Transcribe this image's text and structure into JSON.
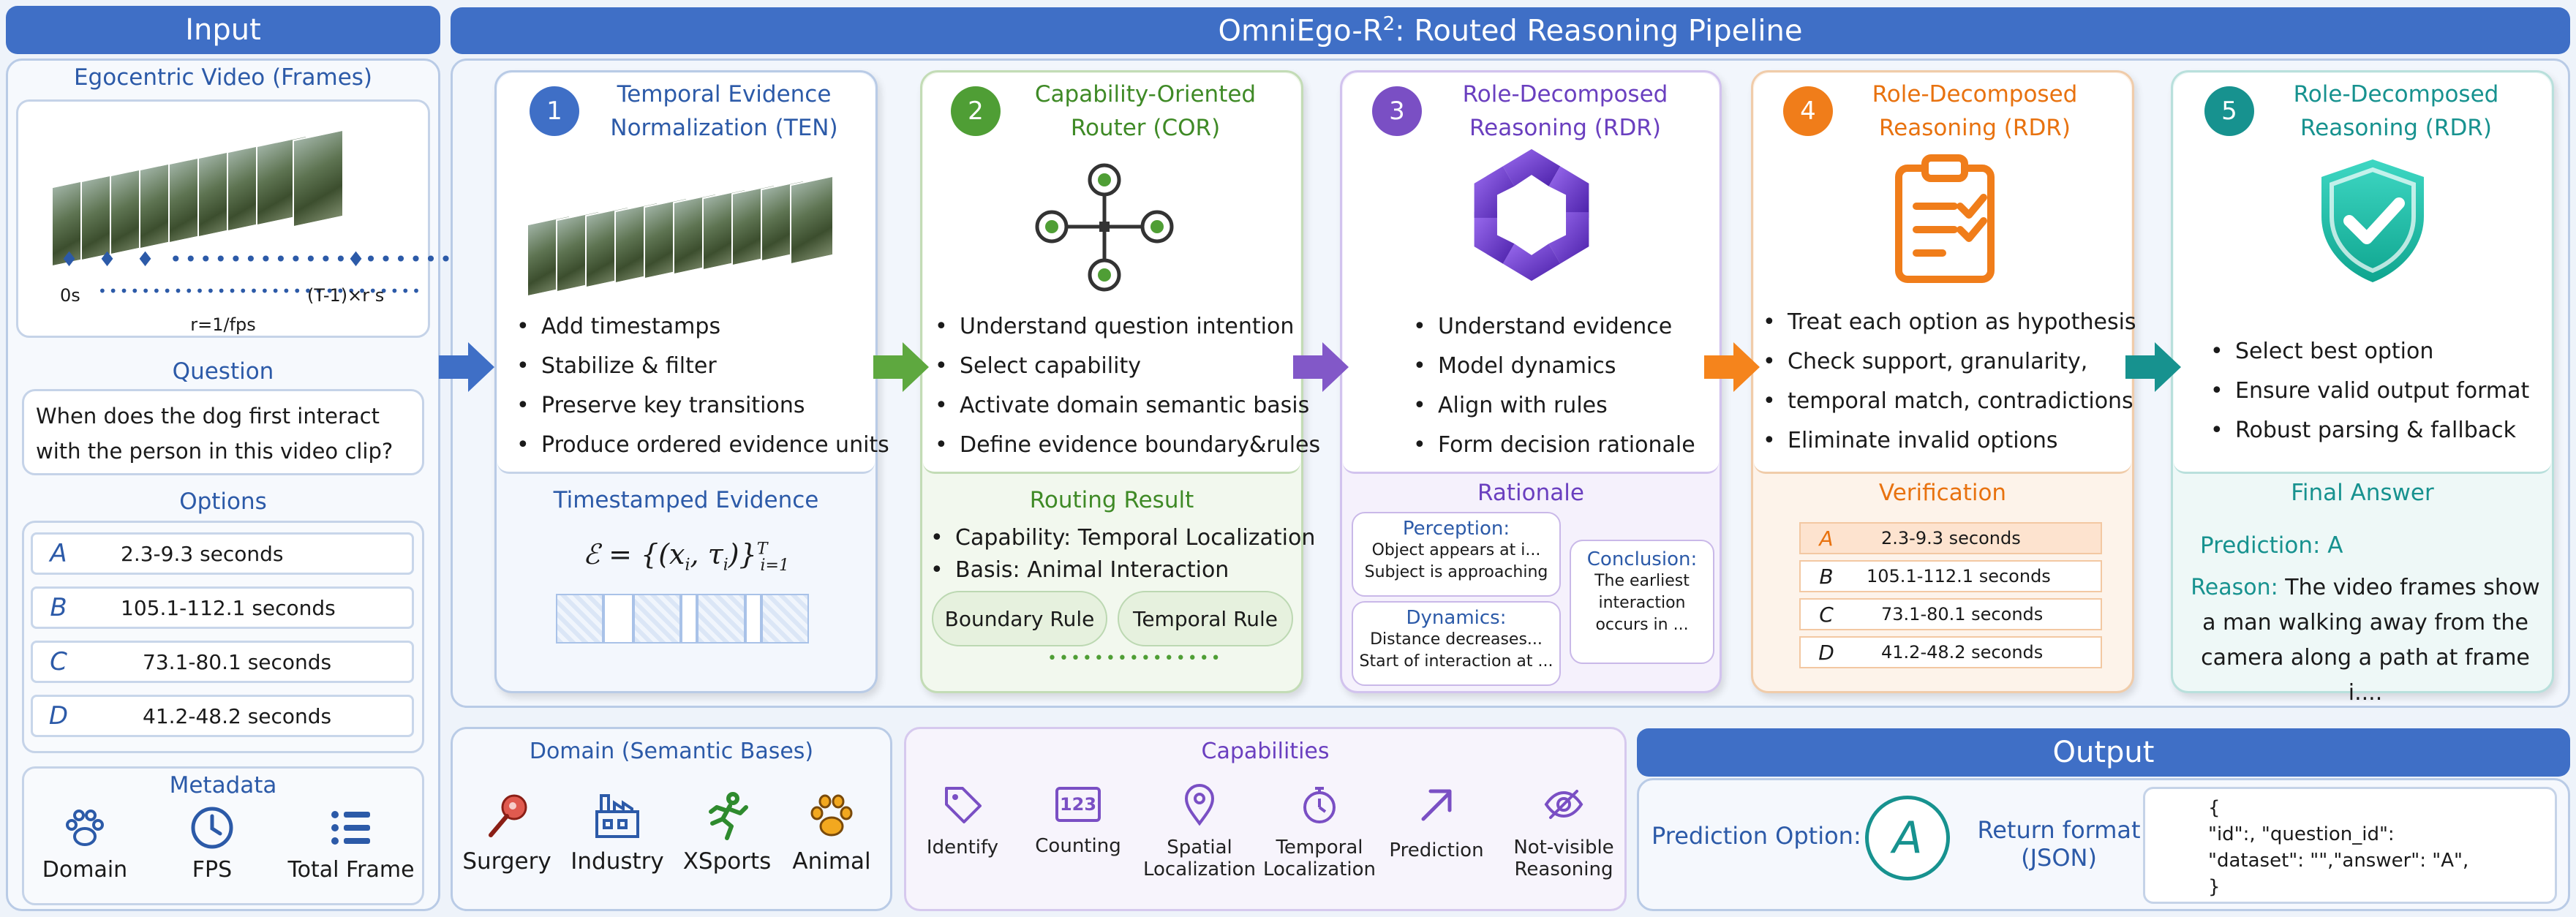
{
  "input": {
    "title": "Input",
    "video_title": "Egocentric Video (Frames)",
    "time_start": "0s",
    "time_end": "(T-1)×r s",
    "rate": "r=1/fps",
    "question_title": "Question",
    "question": "When does the dog first interact with the person in this video clip?",
    "options_title": "Options",
    "options": [
      {
        "letter": "A",
        "text": "2.3-9.3 seconds"
      },
      {
        "letter": "B",
        "text": "105.1-112.1 seconds"
      },
      {
        "letter": "C",
        "text": "73.1-80.1 seconds"
      },
      {
        "letter": "D",
        "text": "41.2-48.2 seconds"
      }
    ],
    "metadata_title": "Metadata",
    "metadata": [
      {
        "label": "Domain",
        "icon": "paw-icon"
      },
      {
        "label": "FPS",
        "icon": "clock-icon"
      },
      {
        "label": "Total Frame",
        "icon": "list-icon"
      }
    ]
  },
  "pipeline": {
    "title_main": "OmniEgo-R",
    "title_sup": "2",
    "title_rest": ": Routed Reasoning Pipeline"
  },
  "steps": [
    {
      "num": "1",
      "title1": "Temporal Evidence",
      "title2": "Normalization (TEN)",
      "color": "#3f6fc6",
      "bullets": [
        "Add timestamps",
        "Stabilize & filter",
        "Preserve key transitions",
        "Produce ordered evidence units"
      ],
      "sub": "Timestamped Evidence"
    },
    {
      "num": "2",
      "title1": "Capability-Oriented",
      "title2": "Router (COR)",
      "color": "#4f9e35",
      "bullets": [
        "Understand question intention",
        "Select capability",
        "Activate domain semantic basis",
        "Define evidence boundary&rules"
      ],
      "sub": "Routing Result"
    },
    {
      "num": "3",
      "title1": "Role-Decomposed",
      "title2": "Reasoning (RDR)",
      "color": "#7a4fc4",
      "bullets": [
        "Understand evidence",
        "Model dynamics",
        "Align with rules",
        "Form decision rationale"
      ],
      "sub": "Rationale"
    },
    {
      "num": "4",
      "title1": "Role-Decomposed",
      "title2": "Reasoning (RDR)",
      "color": "#f07d1a",
      "bullets": [
        "Treat each option as hypothesis",
        "Check support, granularity,",
        "temporal match, contradictions",
        "Eliminate invalid options"
      ],
      "sub": "Verification"
    },
    {
      "num": "5",
      "title1": "Role-Decomposed",
      "title2": "Reasoning (RDR)",
      "color": "#17928f",
      "bullets": [
        "Select best option",
        "Ensure valid output format",
        "Robust parsing & fallback"
      ],
      "sub": "Final Answer"
    }
  ],
  "routing": {
    "capability": "Capability: Temporal Localization",
    "basis": "Basis: Animal Interaction",
    "rule1": "Boundary Rule",
    "rule2": "Temporal Rule"
  },
  "rationale": {
    "perception_title": "Perception:",
    "perception_l1": "Object appears at i...",
    "perception_l2": "Subject is approaching",
    "dynamics_title": "Dynamics:",
    "dynamics_l1": "Distance decreases...",
    "dynamics_l2": "Start of interaction at ...",
    "conclusion_title": "Conclusion:",
    "conclusion_l1": "The earliest",
    "conclusion_l2": "interaction",
    "conclusion_l3": "occurs in ..."
  },
  "verification": [
    {
      "letter": "A",
      "text": "2.3-9.3 seconds",
      "highlight": true
    },
    {
      "letter": "B",
      "text": "105.1-112.1 seconds"
    },
    {
      "letter": "C",
      "text": "73.1-80.1 seconds"
    },
    {
      "letter": "D",
      "text": "41.2-48.2 seconds"
    }
  ],
  "final": {
    "prediction": "Prediction: A",
    "reason_label": "Reason:",
    "reason_l1": "The video frames show",
    "reason_l2": "a man walking away from the",
    "reason_l3": "camera along a path at frame i...."
  },
  "domain": {
    "title": "Domain (Semantic Bases)",
    "items": [
      {
        "label": "Surgery",
        "icon": "scalpel-icon",
        "color": "#c0392b"
      },
      {
        "label": "Industry",
        "icon": "factory-icon",
        "color": "#2c5aa8"
      },
      {
        "label": "XSports",
        "icon": "runner-icon",
        "color": "#2e8b2e"
      },
      {
        "label": "Animal",
        "icon": "paw-icon",
        "color": "#e8a21a"
      }
    ]
  },
  "capabilities": {
    "title": "Capabilities",
    "items": [
      {
        "l1": "Identify",
        "l2": "",
        "icon": "tag-icon"
      },
      {
        "l1": "Counting",
        "l2": "",
        "icon": "counter-icon",
        "glyph": "123"
      },
      {
        "l1": "Spatial",
        "l2": "Localization",
        "icon": "pin-icon"
      },
      {
        "l1": "Temporal",
        "l2": "Localization",
        "icon": "stopwatch-icon"
      },
      {
        "l1": "Prediction",
        "l2": "",
        "icon": "arrow-up-right-icon"
      },
      {
        "l1": "Not-visible",
        "l2": "Reasoning",
        "icon": "eye-off-icon"
      }
    ]
  },
  "output": {
    "title": "Output",
    "pred_label": "Prediction Option:",
    "pred_value": "A",
    "return_l1": "Return format",
    "return_l2": "(JSON)",
    "json_l1": "{",
    "json_l2": "\"id\":, \"question_id\":",
    "json_l3": "\"dataset\": \"\",\"answer\": \"A\",",
    "json_l4": "}"
  }
}
